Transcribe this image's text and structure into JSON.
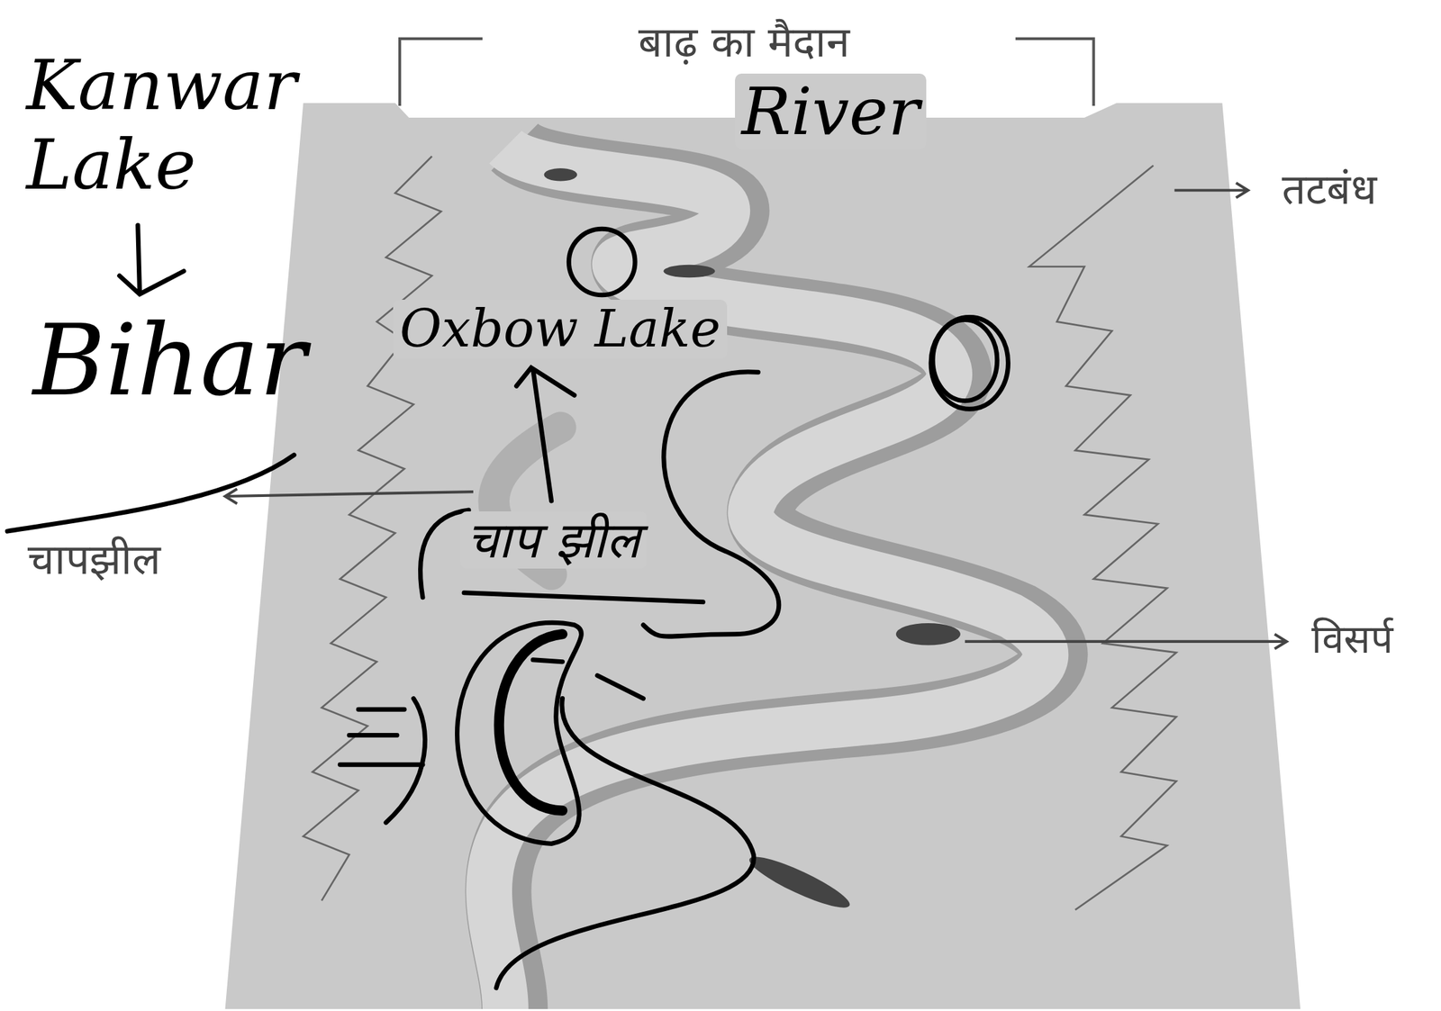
{
  "diagram": {
    "labels": [
      "बाढ़ का मैदान",
      "River",
      "Kanwar Lake",
      "Bihar",
      "Oxbow Lake",
      "तटबंध",
      "चाप झील",
      "चापझील",
      "विसर्प"
    ]
  }
}
